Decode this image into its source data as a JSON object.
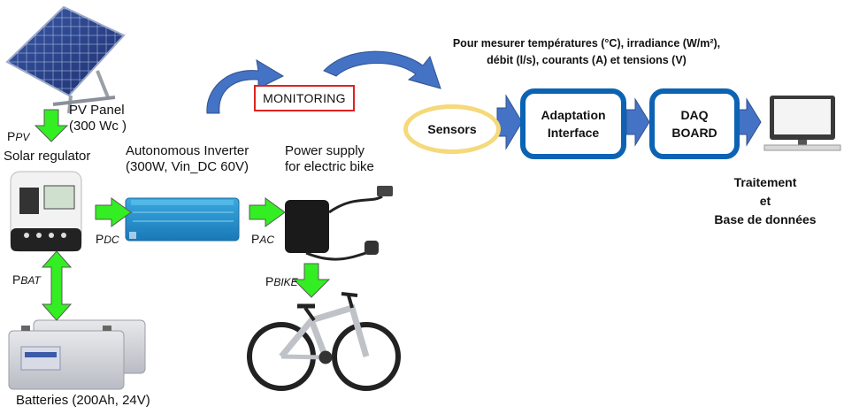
{
  "labels": {
    "pv_panel_line1": "PV Panel",
    "pv_panel_line2": "(300 Wc )",
    "p_pv_main": "P",
    "p_pv_sub": "PV",
    "solar_regulator": "Solar regulator",
    "inverter_line1": "Autonomous Inverter",
    "inverter_line2": "(300W, Vin_DC 60V)",
    "power_supply_line1": "Power supply",
    "power_supply_line2": "for electric bike",
    "p_dc_main": "P",
    "p_dc_sub": "DC",
    "p_ac_main": "P",
    "p_ac_sub": "AC",
    "p_bat_main": "P",
    "p_bat_sub": "BAT",
    "p_bike_main": "P",
    "p_bike_sub": "BIKE",
    "batteries": "Batteries (200Ah, 24V)"
  },
  "monitoring": {
    "label": "MONITORING",
    "note_line1": "Pour mesurer températures (°C), irradiance (W/m²),",
    "note_line2": "débit (l/s),  courants (A) et tensions (V)"
  },
  "chain": {
    "sensors": "Sensors",
    "adaptation_line1": "Adaptation",
    "adaptation_line2": "Interface",
    "daq_line1": "DAQ",
    "daq_line2": "BOARD",
    "traitement_line1": "Traitement",
    "traitement_line2": "et",
    "traitement_line3": "Base de données"
  },
  "colors": {
    "green_arrow": "#33ee22",
    "blue_arrow": "#4472c4",
    "box_border": "#0c63b4",
    "monitor_border": "#dd2222",
    "sensors_border": "#f5d97a"
  }
}
